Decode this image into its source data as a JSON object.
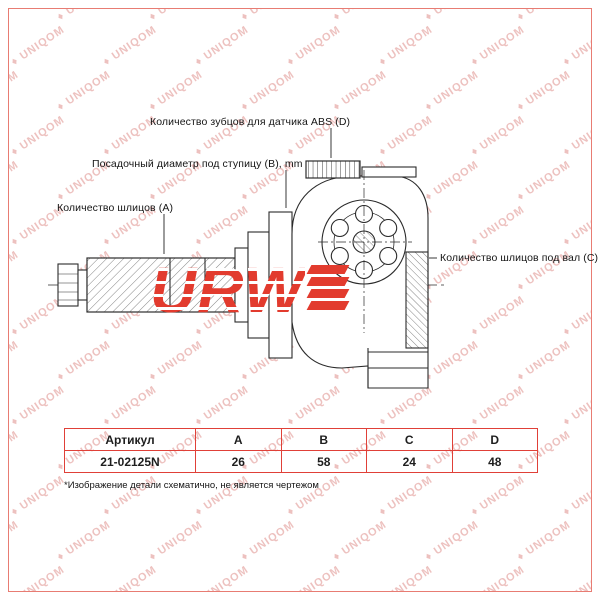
{
  "watermark": {
    "text": "UNIQOM",
    "glyph": "♦",
    "color": "#d66c67"
  },
  "frame": {
    "border_color": "#e87c73"
  },
  "diagram": {
    "labels": {
      "abs_d": "Количество зубцов для датчика ABS (D)",
      "hub_b": "Посадочный диаметр под ступицу (B), mm",
      "splines_a": "Количество шлицов (A)",
      "shaft_c": "Количество шлицов под вал (C)"
    },
    "logo_text": "URW",
    "logo_color": "#e23b2e"
  },
  "table": {
    "border_color": "#e04038",
    "headers": [
      "Артикул",
      "A",
      "B",
      "C",
      "D"
    ],
    "rows": [
      [
        "21-02125N",
        "26",
        "58",
        "24",
        "48"
      ]
    ]
  },
  "footnote": "*Изображение детали схематично, не является чертежом"
}
